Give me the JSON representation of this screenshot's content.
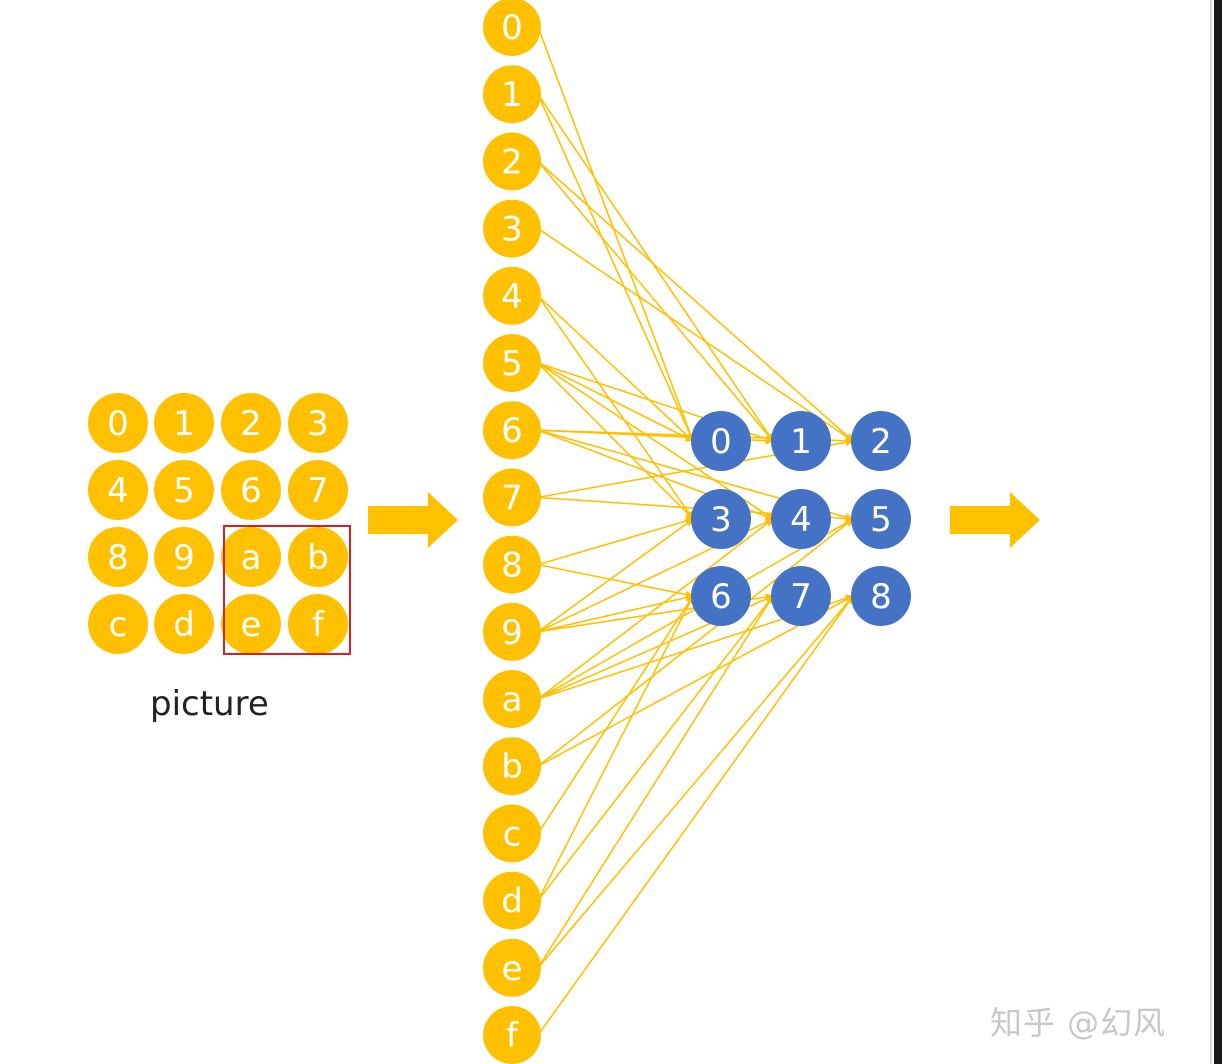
{
  "picture": {
    "caption": "picture",
    "grid": [
      [
        "0",
        "1",
        "2",
        "3"
      ],
      [
        "4",
        "5",
        "6",
        "7"
      ],
      [
        "8",
        "9",
        "a",
        "b"
      ],
      [
        "c",
        "d",
        "e",
        "f"
      ]
    ]
  },
  "input_column": {
    "nodes": [
      "0",
      "1",
      "2",
      "3",
      "4",
      "5",
      "6",
      "7",
      "8",
      "9",
      "a",
      "b",
      "c",
      "d",
      "e",
      "f"
    ]
  },
  "output_grid": {
    "nodes": [
      [
        "0",
        "1",
        "2"
      ],
      [
        "3",
        "4",
        "5"
      ],
      [
        "6",
        "7",
        "8"
      ]
    ]
  },
  "watermark": "知乎 @幻风",
  "colors": {
    "input_node": "#FFC000",
    "output_node": "#4472C4",
    "connection": "#FFC000",
    "arrow": "#FFC000",
    "highlight_box": "#D9201F",
    "background": "#FFFFFF"
  }
}
